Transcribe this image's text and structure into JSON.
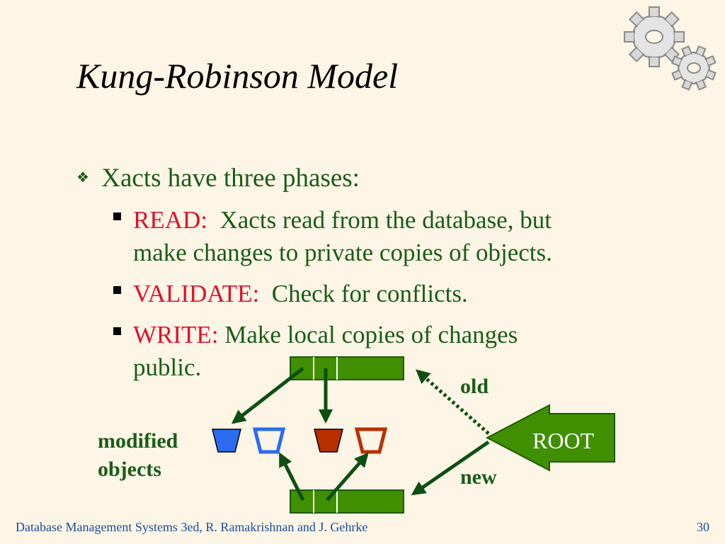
{
  "slide": {
    "title": "Kung-Robinson Model",
    "bullet": {
      "marker": "❖",
      "text": "Xacts have three phases:"
    },
    "phases": [
      {
        "label": "READ:",
        "line1": "  Xacts read from the database, but",
        "line2": "make changes to private copies of objects."
      },
      {
        "label": "VALIDATE:",
        "line1": "  Check for conflicts."
      },
      {
        "label": "WRITE:",
        "line1": " Make local copies of changes",
        "line2": "public."
      }
    ],
    "colors": {
      "background": "#fdf5e6",
      "title": "#000000",
      "body": "#1a5c1a",
      "keyword": "#e0102a",
      "footer": "#1a4c9a",
      "node_green": "#3f8f00",
      "obj_blue": "#2b6cf0",
      "obj_red": "#b83000"
    }
  },
  "diagram": {
    "old_label": "old",
    "new_label": "new",
    "root_label": "ROOT",
    "modified_label_line1": "modified",
    "modified_label_line2": "objects"
  },
  "footer": {
    "text": "Database Management Systems 3ed,  R. Ramakrishnan and J. Gehrke",
    "page": "30"
  },
  "icons": [
    "gears-icon",
    "diamond-bullet-icon",
    "square-bullet-icon"
  ]
}
